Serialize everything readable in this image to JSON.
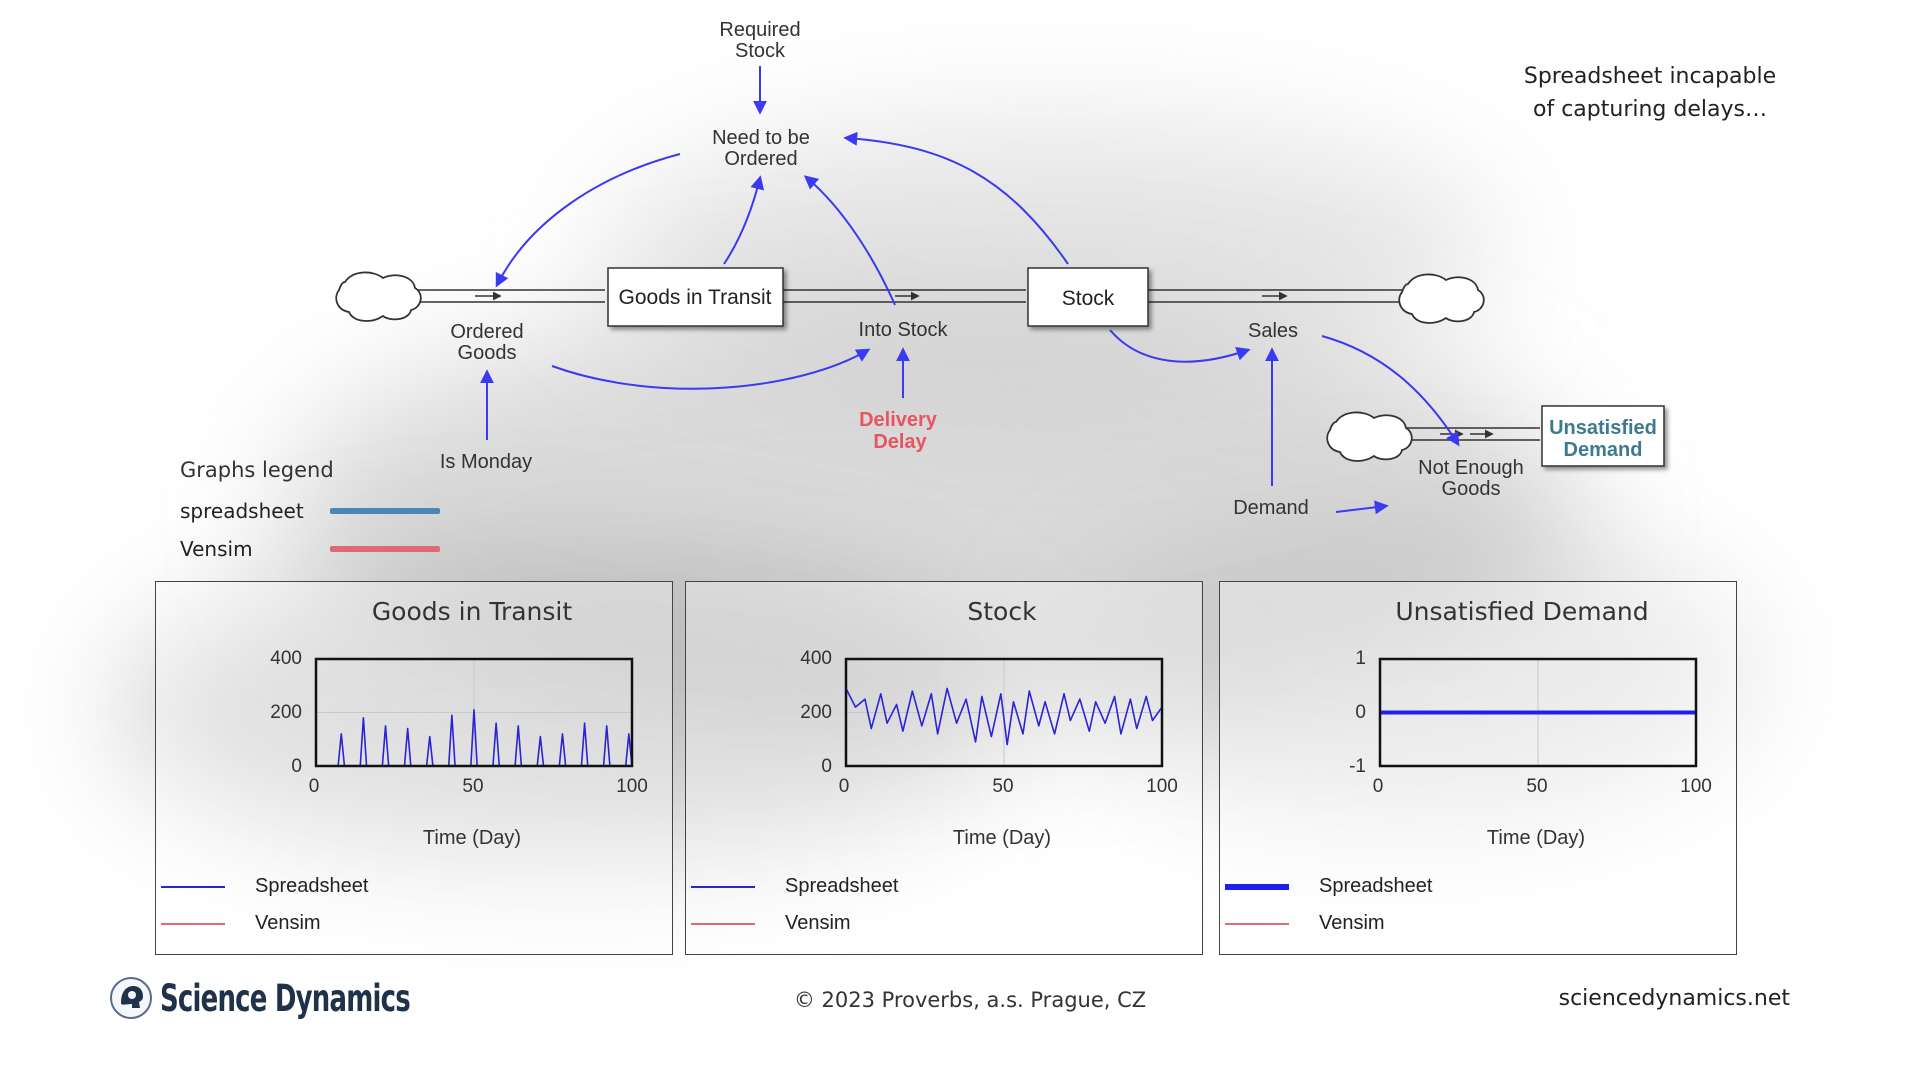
{
  "note": {
    "line1_prefix": "Spreadsheet ",
    "line1_bold": "incapable",
    "line2": "of capturing delays…"
  },
  "diagram": {
    "required_stock": [
      "Required",
      "Stock"
    ],
    "need_to_be_ordered": [
      "Need to be",
      "Ordered"
    ],
    "goods_in_transit": "Goods in Transit",
    "stock": "Stock",
    "ordered_goods": [
      "Ordered",
      "Goods"
    ],
    "into_stock": "Into Stock",
    "sales": "Sales",
    "delivery_delay": [
      "Delivery",
      "Delay"
    ],
    "is_monday": "Is Monday",
    "demand": "Demand",
    "not_enough_goods": [
      "Not Enough",
      "Goods"
    ],
    "unsatisfied_demand": [
      "Unsatisfied",
      "Demand"
    ],
    "link_color": "#3a3af0"
  },
  "graphs_legend": {
    "title": "Graphs legend",
    "items": [
      {
        "label": "spreadsheet",
        "color": "#4a86b8"
      },
      {
        "label": "Vensim",
        "color": "#e06a72"
      }
    ]
  },
  "panels": [
    {
      "title": "Goods in Transit",
      "xlabel": "Time (Day)",
      "yticks": [
        "400",
        "200",
        "0"
      ],
      "xticks": [
        "0",
        "50",
        "100"
      ],
      "legend": [
        "Spreadsheet",
        "Vensim"
      ]
    },
    {
      "title": "Stock",
      "xlabel": "Time (Day)",
      "yticks": [
        "400",
        "200",
        "0"
      ],
      "xticks": [
        "0",
        "50",
        "100"
      ],
      "legend": [
        "Spreadsheet",
        "Vensim"
      ]
    },
    {
      "title": "Unsatisfied Demand",
      "xlabel": "Time (Day)",
      "yticks": [
        "1",
        "0",
        "-1"
      ],
      "xticks": [
        "0",
        "50",
        "100"
      ],
      "legend": [
        "Spreadsheet",
        "Vensim"
      ]
    }
  ],
  "chart_data": [
    {
      "type": "line",
      "title": "Goods in Transit",
      "xlabel": "Time (Day)",
      "ylabel": "",
      "xlim": [
        0,
        100
      ],
      "ylim": [
        0,
        400
      ],
      "grid": true,
      "colors": {
        "Spreadsheet": "#2b24d6",
        "Vensim": "#e06a72"
      },
      "series": [
        {
          "name": "Spreadsheet",
          "x": [
            0,
            7,
            8,
            9,
            14,
            15,
            16,
            21,
            22,
            23,
            28,
            29,
            30,
            35,
            36,
            37,
            42,
            43,
            44,
            49,
            50,
            51,
            56,
            57,
            58,
            63,
            64,
            65,
            70,
            71,
            72,
            77,
            78,
            79,
            84,
            85,
            86,
            91,
            92,
            93,
            98,
            99,
            100
          ],
          "y": [
            0,
            0,
            120,
            0,
            0,
            180,
            0,
            0,
            150,
            0,
            0,
            140,
            0,
            0,
            110,
            0,
            0,
            190,
            0,
            0,
            210,
            0,
            0,
            160,
            0,
            0,
            150,
            0,
            0,
            110,
            0,
            0,
            120,
            0,
            0,
            160,
            0,
            0,
            150,
            0,
            0,
            120,
            0
          ]
        },
        {
          "name": "Vensim",
          "x": [],
          "y": []
        }
      ]
    },
    {
      "type": "line",
      "title": "Stock",
      "xlabel": "Time (Day)",
      "ylabel": "",
      "xlim": [
        0,
        100
      ],
      "ylim": [
        0,
        400
      ],
      "grid": true,
      "colors": {
        "Spreadsheet": "#2b24d6",
        "Vensim": "#e06a72"
      },
      "series": [
        {
          "name": "Spreadsheet",
          "x": [
            0,
            3,
            6,
            8,
            11,
            13,
            16,
            18,
            21,
            24,
            27,
            29,
            32,
            35,
            38,
            41,
            43,
            46,
            49,
            51,
            53,
            56,
            58,
            61,
            63,
            66,
            69,
            71,
            74,
            77,
            79,
            82,
            85,
            87,
            90,
            92,
            95,
            97,
            100
          ],
          "y": [
            290,
            220,
            250,
            140,
            270,
            160,
            230,
            130,
            280,
            150,
            270,
            120,
            290,
            160,
            250,
            90,
            260,
            110,
            270,
            80,
            240,
            120,
            280,
            150,
            240,
            120,
            270,
            170,
            250,
            130,
            240,
            160,
            260,
            120,
            250,
            140,
            260,
            170,
            220
          ]
        },
        {
          "name": "Vensim",
          "x": [],
          "y": []
        }
      ]
    },
    {
      "type": "line",
      "title": "Unsatisfied Demand",
      "xlabel": "Time (Day)",
      "ylabel": "",
      "xlim": [
        0,
        100
      ],
      "ylim": [
        -1,
        1
      ],
      "grid": true,
      "colors": {
        "Spreadsheet": "#1f1ff0",
        "Vensim": "#e06a72"
      },
      "series": [
        {
          "name": "Spreadsheet",
          "x": [
            0,
            100
          ],
          "y": [
            0,
            0
          ]
        },
        {
          "name": "Vensim",
          "x": [],
          "y": []
        }
      ]
    }
  ],
  "footer": {
    "logo_text": "Science Dynamics",
    "copyright": "© 2023 Proverbs, a.s. Prague, CZ",
    "site": "sciencedynamics.net"
  }
}
